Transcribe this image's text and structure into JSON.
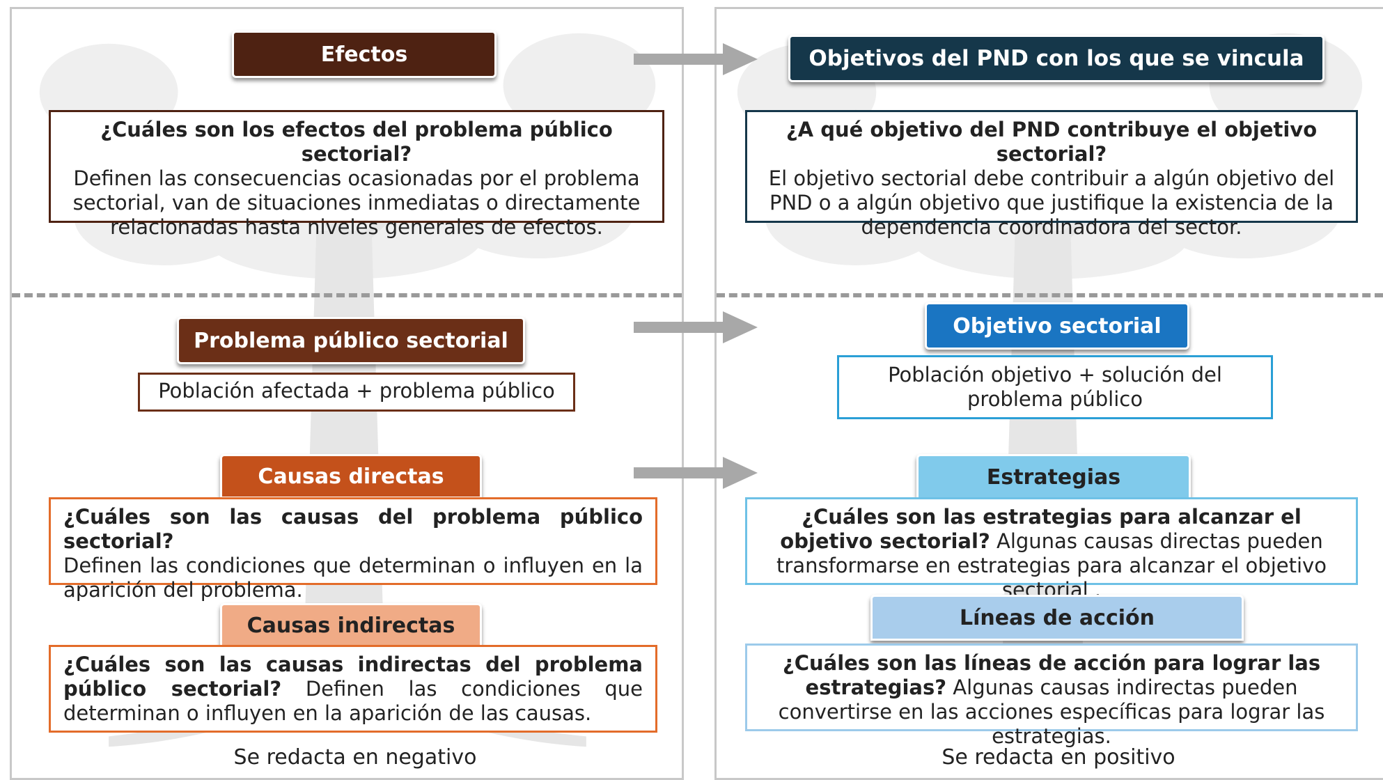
{
  "colors": {
    "efectos": "#4e2212",
    "problema": "#6b2f17",
    "causas_directas": "#c4511b",
    "causas_indirectas": "#f0ab86",
    "pnd": "#15374a",
    "objetivo": "#1a75c2",
    "estrategias": "#80caeb",
    "lineas": "#a9cdec"
  },
  "left": {
    "efectos": {
      "title": "Efectos",
      "question": "¿Cuáles son los efectos  del problema público sectorial?",
      "text": "Definen las consecuencias ocasionadas por el problema sectorial, van de situaciones inmediatas o directamente relacionadas hasta niveles generales de efectos."
    },
    "problema": {
      "title": "Problema público sectorial",
      "text": "Población afectada + problema público"
    },
    "causas_directas": {
      "title": "Causas directas",
      "question": "¿Cuáles son las causas del problema público sectorial?",
      "text": "Definen las condiciones que determinan o influyen en la aparición del problema."
    },
    "causas_indirectas": {
      "title": "Causas indirectas",
      "question": "¿Cuáles son las causas indirectas del problema público sectorial?",
      "text": "Definen las condiciones que determinan o influyen en la aparición de las causas."
    },
    "footer": "Se redacta en negativo"
  },
  "right": {
    "pnd": {
      "title": "Objetivos del PND con los que se vincula",
      "question": "¿A qué objetivo del PND contribuye el objetivo sectorial?",
      "text": "El objetivo sectorial debe contribuir a algún objetivo del PND o a algún objetivo que justifique la existencia de la dependencia coordinadora del sector."
    },
    "objetivo": {
      "title": "Objetivo sectorial",
      "text": "Población objetivo + solución del problema público"
    },
    "estrategias": {
      "title": "Estrategias",
      "question": "¿Cuáles son  las estrategias para alcanzar el objetivo sectorial?",
      "text": "Algunas causas directas pueden transformarse en estrategias para alcanzar el objetivo sectorial ."
    },
    "lineas": {
      "title": "Líneas de acción",
      "question": "¿Cuáles son  las líneas de acción para lograr las estrategias?",
      "text": "Algunas causas indirectas pueden  convertirse en las acciones específicas para lograr las estrategias."
    },
    "footer": "Se redacta en positivo"
  }
}
